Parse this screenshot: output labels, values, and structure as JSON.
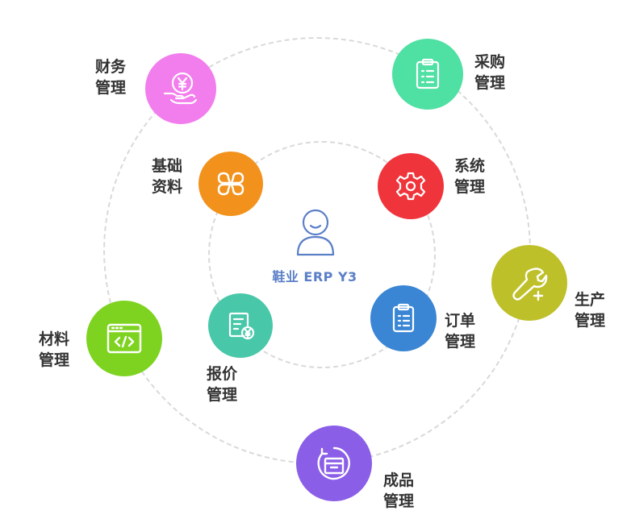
{
  "center": {
    "title": "鞋业 ERP Y3",
    "icon": "user-icon"
  },
  "nodes": [
    {
      "id": "finance",
      "line1": "财务",
      "line2": "管理",
      "color": "#f27ded",
      "icon": "hand-yen-icon"
    },
    {
      "id": "purchase",
      "line1": "采购",
      "line2": "管理",
      "color": "#4fe0a3",
      "icon": "clipboard-icon"
    },
    {
      "id": "basic",
      "line1": "基础",
      "line2": "资料",
      "color": "#f2921d",
      "icon": "clover-icon"
    },
    {
      "id": "system",
      "line1": "系统",
      "line2": "管理",
      "color": "#f0343c",
      "icon": "gear-icon"
    },
    {
      "id": "production",
      "line1": "生产",
      "line2": "管理",
      "color": "#bec02a",
      "icon": "wrench-icon"
    },
    {
      "id": "order",
      "line1": "订单",
      "line2": "管理",
      "color": "#3a86d4",
      "icon": "clipboard-list-icon"
    },
    {
      "id": "material",
      "line1": "材料",
      "line2": "管理",
      "color": "#7ed321",
      "icon": "code-window-icon"
    },
    {
      "id": "quote",
      "line1": "报价",
      "line2": "管理",
      "color": "#49c7a9",
      "icon": "document-yen-icon"
    },
    {
      "id": "finished",
      "line1": "成品",
      "line2": "管理",
      "color": "#8b5ee8",
      "icon": "box-icon"
    }
  ]
}
